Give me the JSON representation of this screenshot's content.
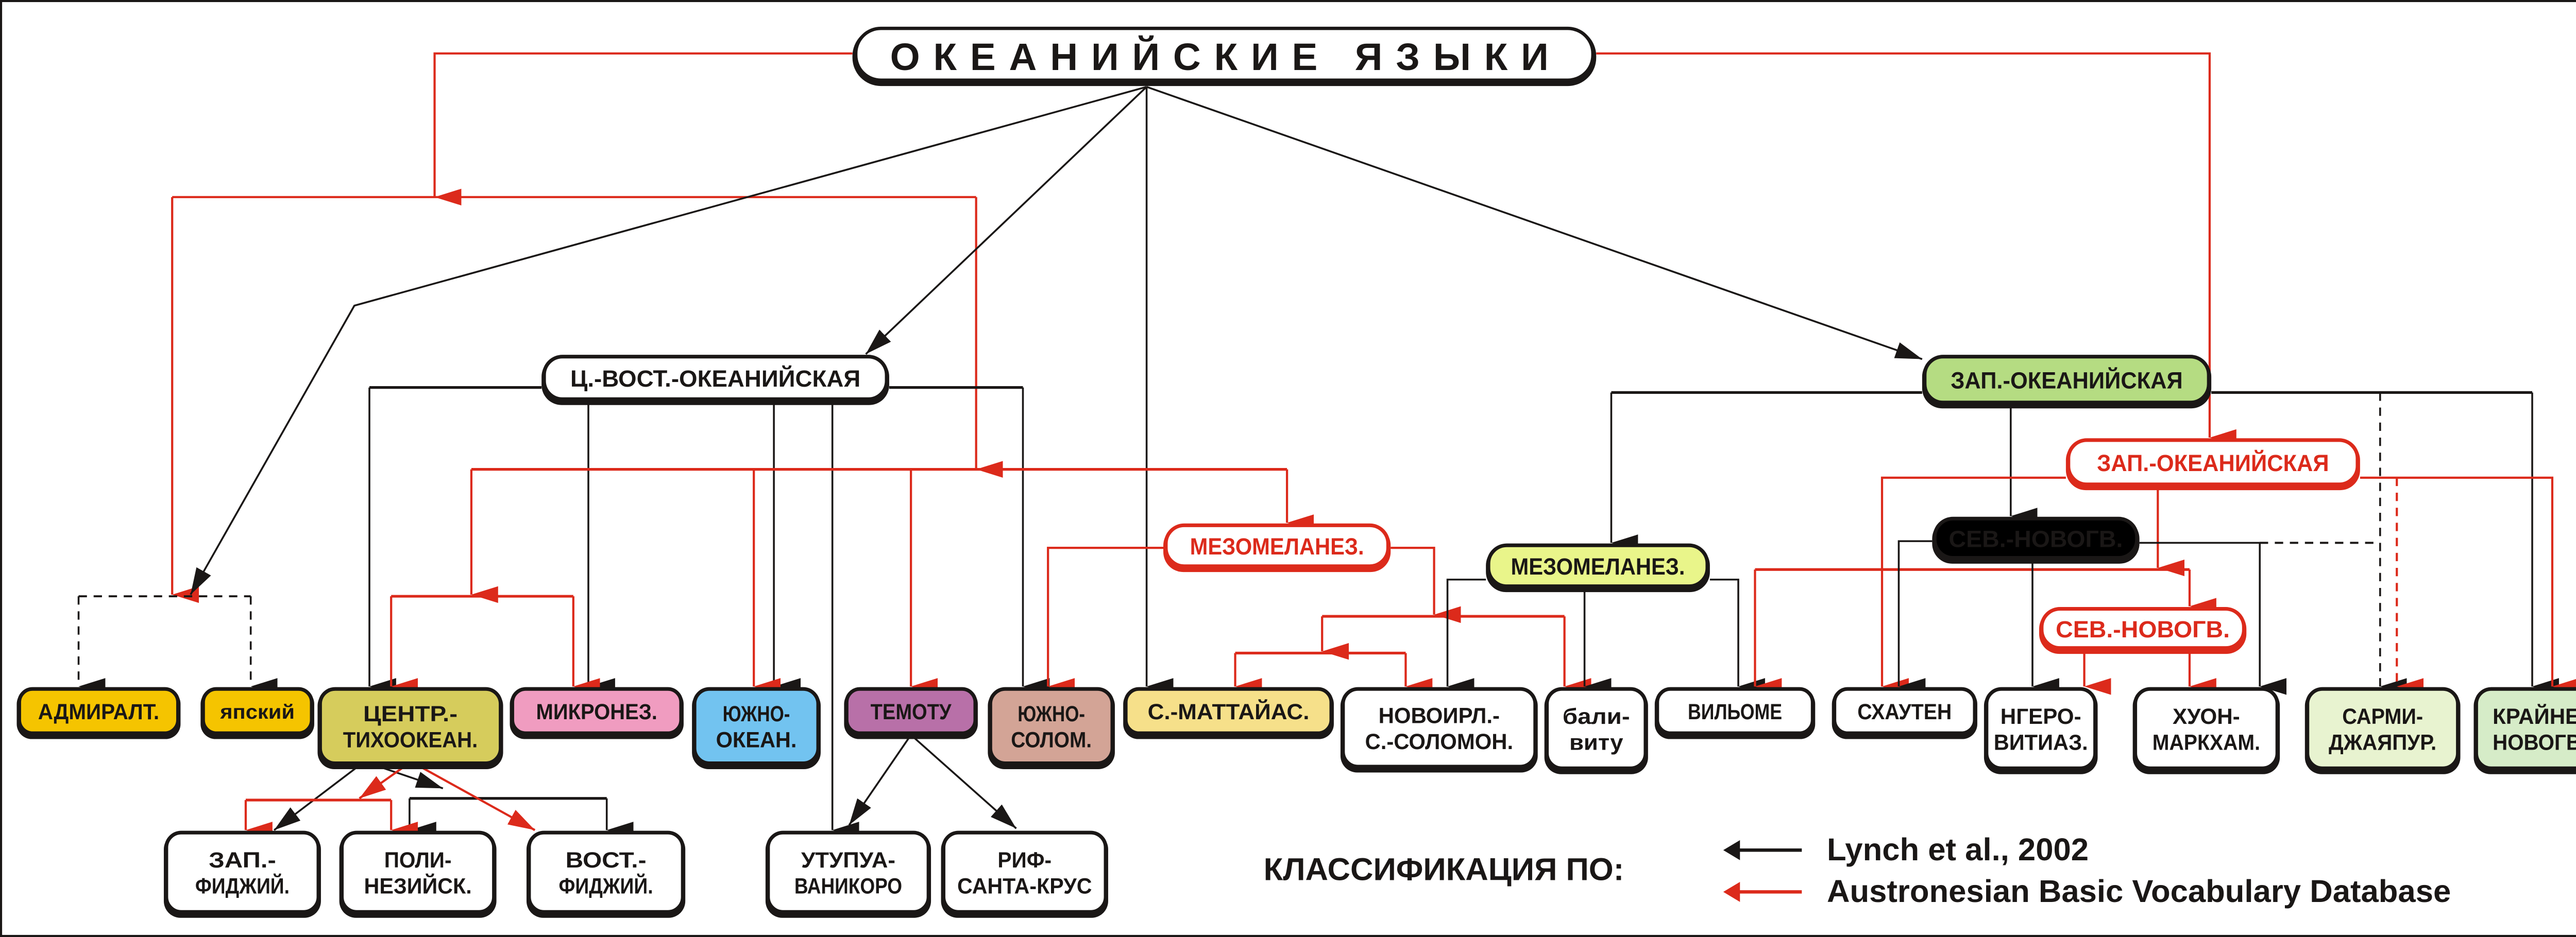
{
  "title": "ОКЕАНИЙСКИЕ   ЯЗЫКИ",
  "colors": {
    "lynch": "#1a1716",
    "abvd": "#dc2a1b",
    "admiralt": "#f5c400",
    "yap": "#f5c400",
    "central_pacific": "#d6cc5c",
    "micronesian": "#f09cc0",
    "southern_oceanic": "#72c3f0",
    "temotu": "#b870a8",
    "southeast_solomonic": "#d3a496",
    "st_matthias": "#f6e08a",
    "mesomelanesian": "#e9f58a",
    "western_oceanic": "#b5dc82",
    "north_new_guinea": "#c3e3a0",
    "sarmi": "#e8f3d0",
    "far_new_guinea": "#d6ecc8",
    "white": "#ffffff"
  },
  "nodes": {
    "root": "ОКЕАНИЙСКИЕ   ЯЗЫКИ",
    "central_eastern": "Ц.-ВОСТ.-ОКЕАНИЙСКАЯ",
    "western": "ЗАП.-ОКЕАНИЙСКАЯ",
    "western_abvd": "ЗАП.-ОКЕАНИЙСКАЯ",
    "mesomelanesian_abvd": "МЕЗОМЕЛАНЕЗ.",
    "mesomelanesian": "МЕЗОМЕЛАНЕЗ.",
    "north_ng": "СЕВ.-НОВОГВ.",
    "north_ng_abvd": "СЕВ.-НОВОГВ.",
    "admiralt": "АДМИРАЛТ.",
    "yap": "япский",
    "central_pacific": [
      "ЦЕНТР.-",
      "ТИХООКЕАН."
    ],
    "micronesian": "МИКРОНЕЗ.",
    "southern_oceanic": [
      "ЮЖНО-",
      "ОКЕАН."
    ],
    "temotu": "ТЕМОТУ",
    "southeast_solomonic": [
      "ЮЖНО-",
      "СОЛОМ."
    ],
    "st_matthias": "С.-МАТТАЙАС.",
    "new_ireland": [
      "НОВОИРЛ.-",
      "С.-СОЛОМОН."
    ],
    "bali_vitu": [
      "бали-",
      "виту"
    ],
    "willaumez": "ВИЛЬОМЕ",
    "schouten": "СХАУТЕН",
    "ngero_vitiaz": [
      "НГЕРО-",
      "ВИТИАЗ."
    ],
    "huon_markham": [
      "ХУОН-",
      "МАРКХАМ."
    ],
    "sarmi_jayapura": [
      "САРМИ-",
      "ДЖАЯПУР."
    ],
    "far_ng": [
      "КРАЙНЕ-",
      "НОВОГВ."
    ],
    "west_fijian": [
      "ЗАП.-",
      "ФИДЖИЙ."
    ],
    "polynesian": [
      "ПОЛИ-",
      "НЕЗИЙСК."
    ],
    "east_fijian": [
      "ВОСТ.-",
      "ФИДЖИЙ."
    ],
    "utupua_vanikoro": [
      "УТУПУА-",
      "ВАНИКОРО"
    ],
    "reef_santa_cruz": [
      "РИФ-",
      "САНТА-КРУС"
    ]
  },
  "legend": {
    "heading": "КЛАССИФИКАЦИЯ ПО:",
    "items": [
      {
        "label": "Lynch et al., 2002",
        "color": "#1a1716",
        "icon": "arrow-left-black"
      },
      {
        "label": "Austronesian Basic Vocabulary Database",
        "color": "#dc2a1b",
        "icon": "arrow-left-red"
      }
    ]
  }
}
